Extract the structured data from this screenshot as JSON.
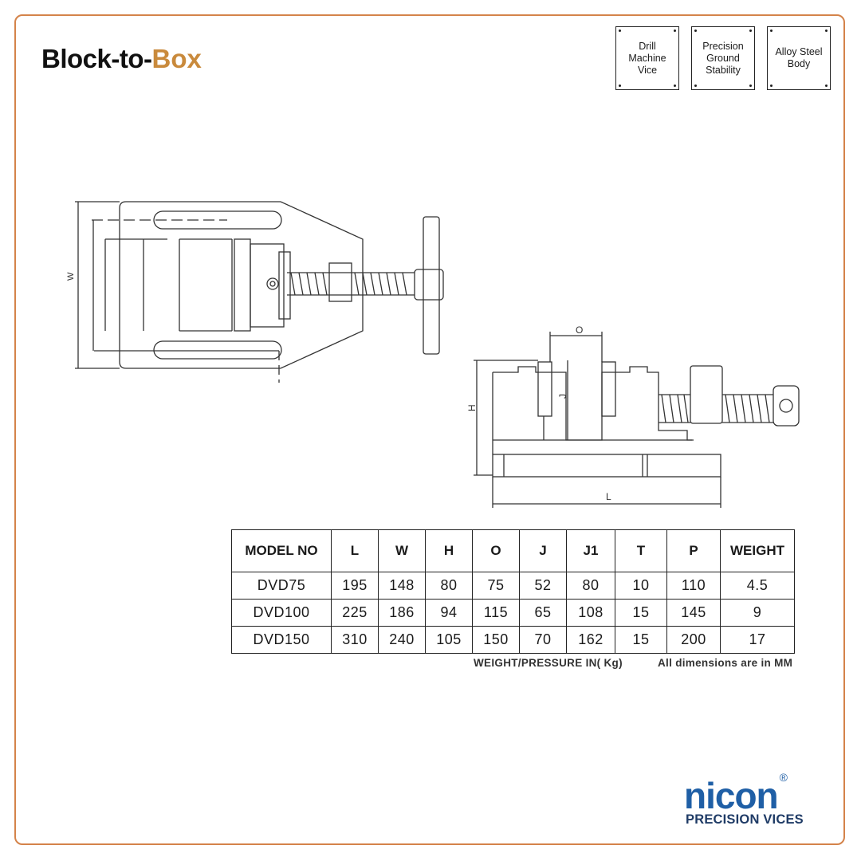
{
  "logo": {
    "part1": "Block-to-",
    "part2": "Box"
  },
  "badges": [
    {
      "text": "Drill Machine Vice"
    },
    {
      "text": "Precision Ground Stability"
    },
    {
      "text": "Alloy Steel Body"
    }
  ],
  "drawing_labels": {
    "w": "W",
    "o": "O",
    "h": "H",
    "j": "J",
    "l": "L"
  },
  "table": {
    "headers": [
      "MODEL NO",
      "L",
      "W",
      "H",
      "O",
      "J",
      "J1",
      "T",
      "P",
      "WEIGHT"
    ],
    "rows": [
      [
        "DVD75",
        "195",
        "148",
        "80",
        "75",
        "52",
        "80",
        "10",
        "110",
        "4.5"
      ],
      [
        "DVD100",
        "225",
        "186",
        "94",
        "115",
        "65",
        "108",
        "15",
        "145",
        "9"
      ],
      [
        "DVD150",
        "310",
        "240",
        "105",
        "150",
        "70",
        "162",
        "15",
        "200",
        "17"
      ]
    ]
  },
  "notes": {
    "weight": "WEIGHT/PRESSURE IN( Kg)",
    "dimensions": "All dimensions are in MM"
  },
  "brand": {
    "name": "nicon",
    "registered": "®",
    "tagline": "PRECISION VICES"
  },
  "colors": {
    "frame": "#d4834a",
    "logo_accent": "#c98a3c",
    "brand": "#1f5fa6"
  }
}
